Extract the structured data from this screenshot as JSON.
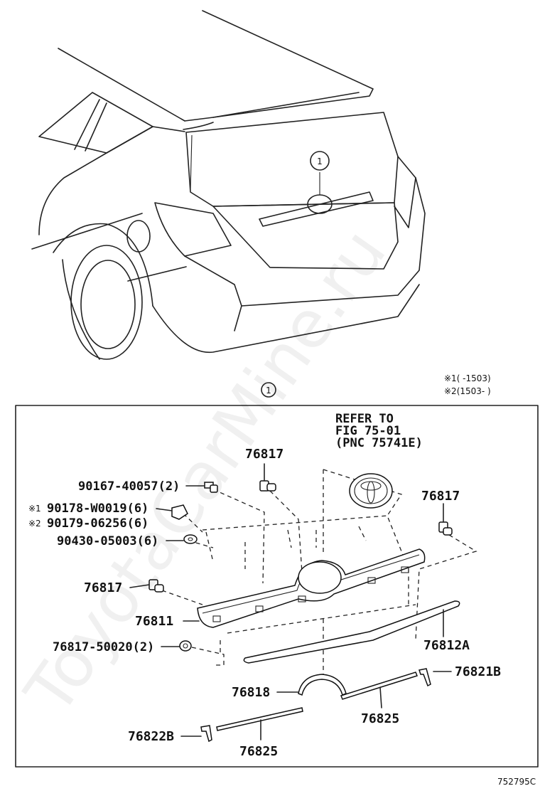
{
  "callout": "1",
  "notes": [
    "※1(      -1503)",
    "※2(1503-      )"
  ],
  "refer": {
    "line1": "REFER TO",
    "line2": "FIG 75-01",
    "line3": "(PNC 75741E)"
  },
  "labels": {
    "clip_top": "76817",
    "clip_right": "76817",
    "clip_left": "76817",
    "bolt": "90167-40057(2)",
    "nut1": "90178-W0019(6)",
    "nut2": "90179-06256(6)",
    "nut1_mark": "※1",
    "nut2_mark": "※2",
    "washer": "90430-05003(6)",
    "garnish": "76811",
    "clip_bottom": "76817-50020(2)",
    "moulding": "76812A",
    "center_piece": "76818",
    "end_right": "76821B",
    "strip_right": "76825",
    "end_left": "76822B",
    "strip_left": "76825"
  },
  "footer_code": "752795C",
  "watermark": "ToyotaCarMine.ru"
}
